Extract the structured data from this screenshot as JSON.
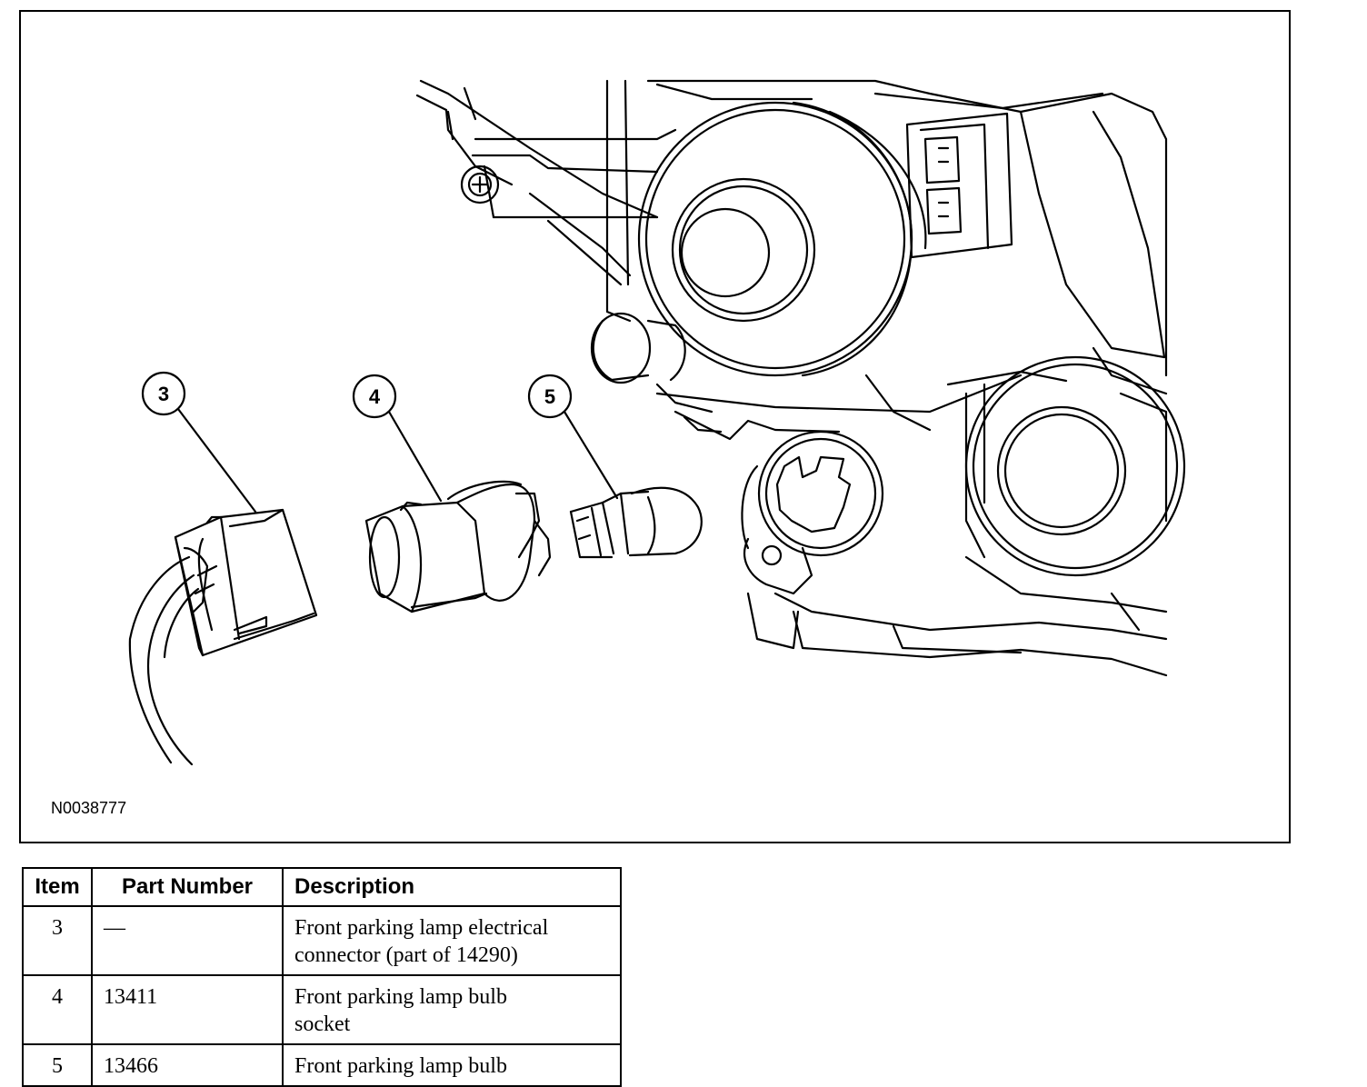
{
  "figure": {
    "id": "N0038777",
    "callouts": [
      {
        "number": "3",
        "part": "front-parking-lamp-electrical-connector"
      },
      {
        "number": "4",
        "part": "front-parking-lamp-bulb-socket"
      },
      {
        "number": "5",
        "part": "front-parking-lamp-bulb"
      }
    ]
  },
  "table": {
    "headers": {
      "item": "Item",
      "part_number": "Part Number",
      "description": "Description"
    },
    "rows": [
      {
        "item": "3",
        "part_number": "—",
        "description_lines": [
          "Front parking lamp electrical",
          "connector (part of 14290)"
        ]
      },
      {
        "item": "4",
        "part_number": "13411",
        "description_lines": [
          "Front parking lamp bulb",
          "socket"
        ]
      },
      {
        "item": "5",
        "part_number": "13466",
        "description_lines": [
          "Front parking lamp bulb"
        ]
      }
    ]
  }
}
